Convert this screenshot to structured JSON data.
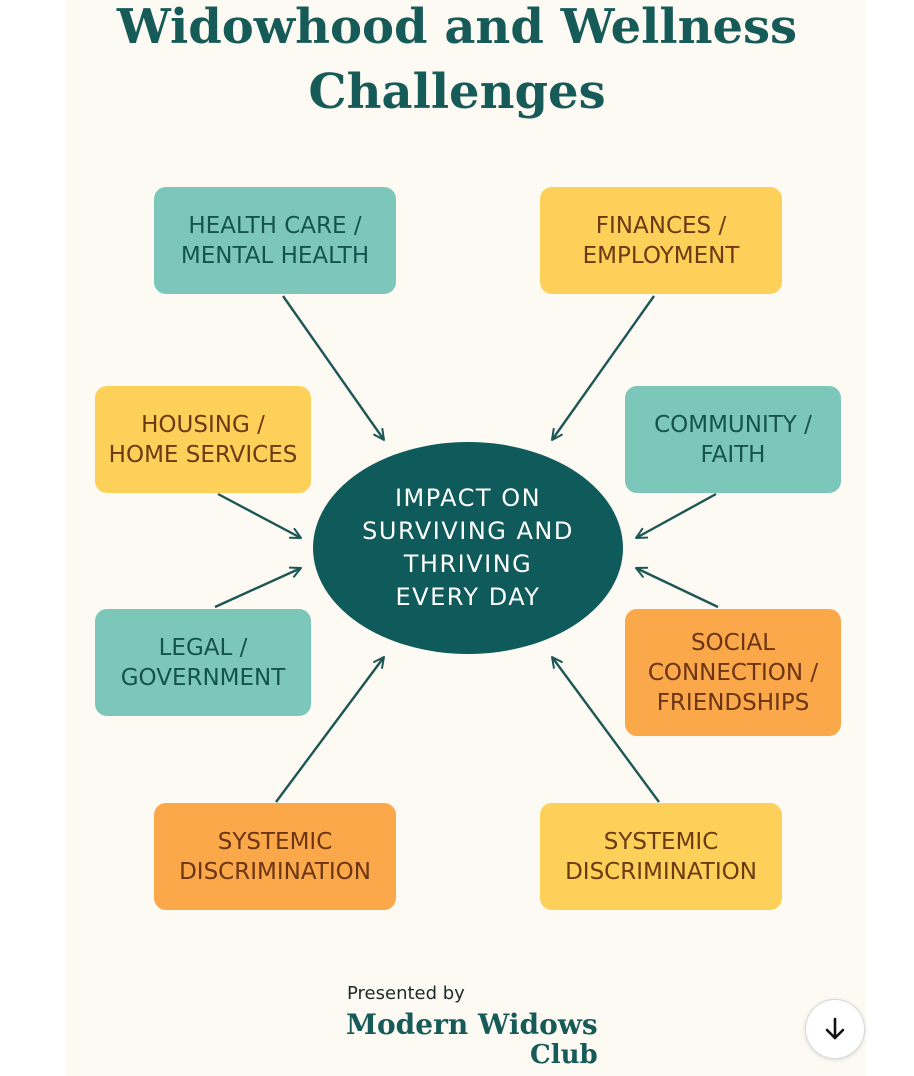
{
  "title": {
    "line1": "Widowhood and Wellness",
    "line2": "Challenges"
  },
  "center": {
    "lines": [
      "IMPACT ON",
      "SURVIVING AND",
      "THRIVING",
      "EVERY DAY"
    ]
  },
  "boxes": {
    "health": {
      "lines": [
        "HEALTH CARE /",
        "MENTAL HEALTH"
      ]
    },
    "finances": {
      "lines": [
        "FINANCES /",
        "EMPLOYMENT"
      ]
    },
    "housing": {
      "lines": [
        "HOUSING /",
        "HOME SERVICES"
      ]
    },
    "community": {
      "lines": [
        "COMMUNITY /",
        "FAITH"
      ]
    },
    "legal": {
      "lines": [
        "LEGAL /",
        "GOVERNMENT"
      ]
    },
    "social": {
      "lines": [
        "SOCIAL",
        "CONNECTION /",
        "FRIENDSHIPS"
      ]
    },
    "systemic_left": {
      "lines": [
        "SYSTEMIC",
        "DISCRIMINATION"
      ]
    },
    "systemic_right": {
      "lines": [
        "SYSTEMIC",
        "DISCRIMINATION"
      ]
    }
  },
  "footer": {
    "presented": "Presented by",
    "brand_line1": "Modern Widows",
    "brand_line2": "Club"
  },
  "icons": {
    "scroll": "arrow-down-icon"
  },
  "colors": {
    "title": "#175b59",
    "teal": "#7cc7b9",
    "yellow": "#fdd05a",
    "orange": "#fba84b",
    "center": "#0f5a5a",
    "arrow": "#1d5654"
  }
}
